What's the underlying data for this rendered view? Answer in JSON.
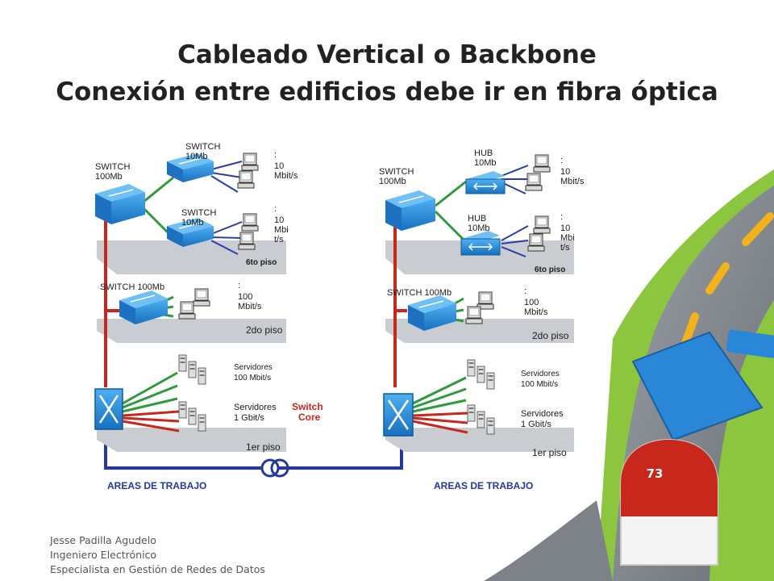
{
  "slide": {
    "title_line1": "Cableado Vertical o Backbone",
    "title_line2": "Conexión entre edificios debe ir en fibra óptica",
    "page_number": "73"
  },
  "footer": {
    "name": "Jesse Padilla Agudelo",
    "role": "Ingeniero Electrónico",
    "specialty": "Especialista en Gestión de Redes  de Datos"
  },
  "left_building": {
    "switch_main": [
      "SWITCH",
      "100Mb"
    ],
    "switch_a": [
      "SWITCH",
      "10Mb"
    ],
    "switch_b": [
      "SWITCH",
      "10Mb"
    ],
    "speed_a": [
      ":",
      "10",
      "Mbit/s"
    ],
    "speed_b": [
      ":",
      "10",
      "Mbi",
      "t/s"
    ],
    "floor_6": "6to piso",
    "switch_2do": "SWITCH 100Mb",
    "speed_2do": [
      ":",
      "100",
      "Mbit/s"
    ],
    "floor_2": "2do piso",
    "servers_100": [
      "Servidores",
      "100 Mbit/s"
    ],
    "servers_1g": [
      "Servidores",
      "1 Gbit/s"
    ],
    "switch_core": [
      "Switch",
      "Core"
    ],
    "floor_1": "1er piso",
    "areas": "AREAS DE TRABAJO"
  },
  "right_building": {
    "switch_main": [
      "SWITCH",
      "100Mb"
    ],
    "hub_a": [
      "HUB",
      "10Mb"
    ],
    "hub_b": [
      "HUB",
      "10Mb"
    ],
    "speed_a": [
      ":",
      "10",
      "Mbit/s"
    ],
    "speed_b": [
      ":",
      "10",
      "Mbi",
      "t/s"
    ],
    "floor_6": "6to piso",
    "switch_2do": "SWITCH 100Mb",
    "speed_2do": [
      ":",
      "100",
      "Mbit/s"
    ],
    "floor_2": "2do piso",
    "servers_100": [
      "Servidores",
      "100 Mbit/s"
    ],
    "servers_1g": [
      "Servidores",
      "1 Gbit/s"
    ],
    "floor_1": "1er piso",
    "areas": "AREAS DE TRABAJO"
  },
  "colors": {
    "backbone_red": "#c8281c",
    "link_green": "#2e9a3a",
    "link_blue": "#2a3bb0",
    "fiber_blue": "#2438a0",
    "device_blue": "#1e88d8",
    "road_gray": "#7d8288",
    "grass_green": "#7ab524",
    "marker_red": "#c8281c"
  }
}
